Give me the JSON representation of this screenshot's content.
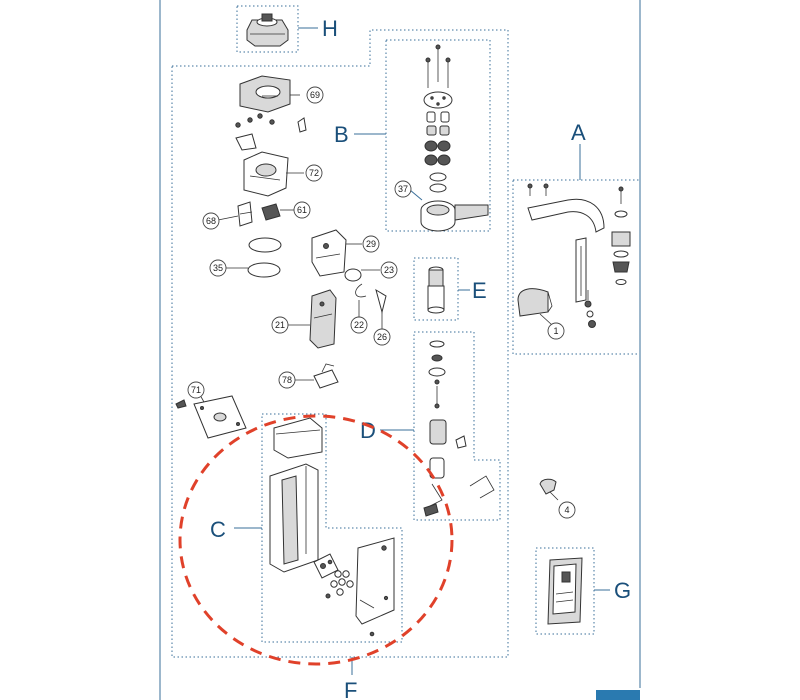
{
  "colors": {
    "label": "#1a4f7a",
    "group_border": "#3a6f9a",
    "highlight": "#e0412a",
    "accent_bar": "#2a7ab0"
  },
  "group_labels": {
    "A": "A",
    "B": "B",
    "C": "C",
    "D": "D",
    "E": "E",
    "F": "F",
    "G": "G",
    "H": "H"
  },
  "callouts": {
    "c1": "1",
    "c4": "4",
    "c21": "21",
    "c22": "22",
    "c23": "23",
    "c26": "26",
    "c29": "29",
    "c35": "35",
    "c37": "37",
    "c61": "61",
    "c68": "68",
    "c69": "69",
    "c71": "71",
    "c72": "72",
    "c78": "78"
  }
}
